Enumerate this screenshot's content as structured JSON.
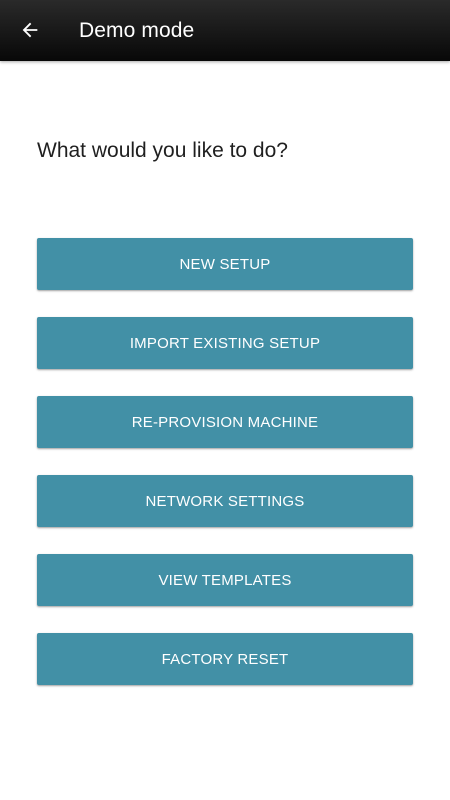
{
  "header": {
    "title": "Demo mode",
    "back_icon": "arrow-left-icon"
  },
  "main": {
    "prompt": "What would you like to do?",
    "buttons": [
      {
        "label": "NEW SETUP"
      },
      {
        "label": "IMPORT EXISTING SETUP"
      },
      {
        "label": "RE-PROVISION MACHINE"
      },
      {
        "label": "NETWORK SETTINGS"
      },
      {
        "label": "VIEW TEMPLATES"
      },
      {
        "label": "FACTORY RESET"
      }
    ]
  },
  "colors": {
    "app_bar": "#111111",
    "button_background": "#4290a6",
    "button_text": "#ffffff",
    "page_background": "#ffffff"
  }
}
